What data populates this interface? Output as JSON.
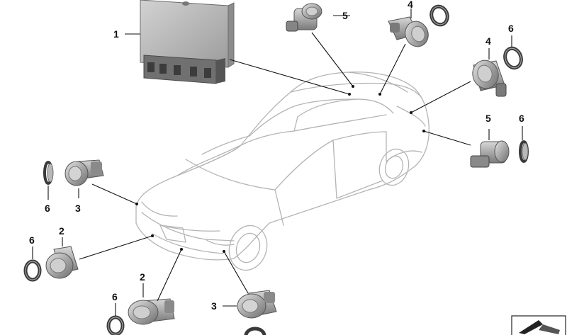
{
  "callouts": {
    "c1": "1",
    "c2_left": "2",
    "c2_bottom": "2",
    "c3_left": "3",
    "c3_bottom": "3",
    "c4_top": "4",
    "c4_right": "4",
    "c5_top": "5",
    "c5_right": "5",
    "c6_left_top": "6",
    "c6_left_bottom": "6",
    "c6_bottom": "6",
    "c6_right_top": "6",
    "c6_right": "6"
  },
  "icons": {
    "corner": "diagram-id-icon"
  },
  "colors": {
    "car_outline": "#b4b4b4",
    "sensor_body": "#9a9a9a",
    "ring": "#3a3a3a",
    "leader": "#111111"
  }
}
